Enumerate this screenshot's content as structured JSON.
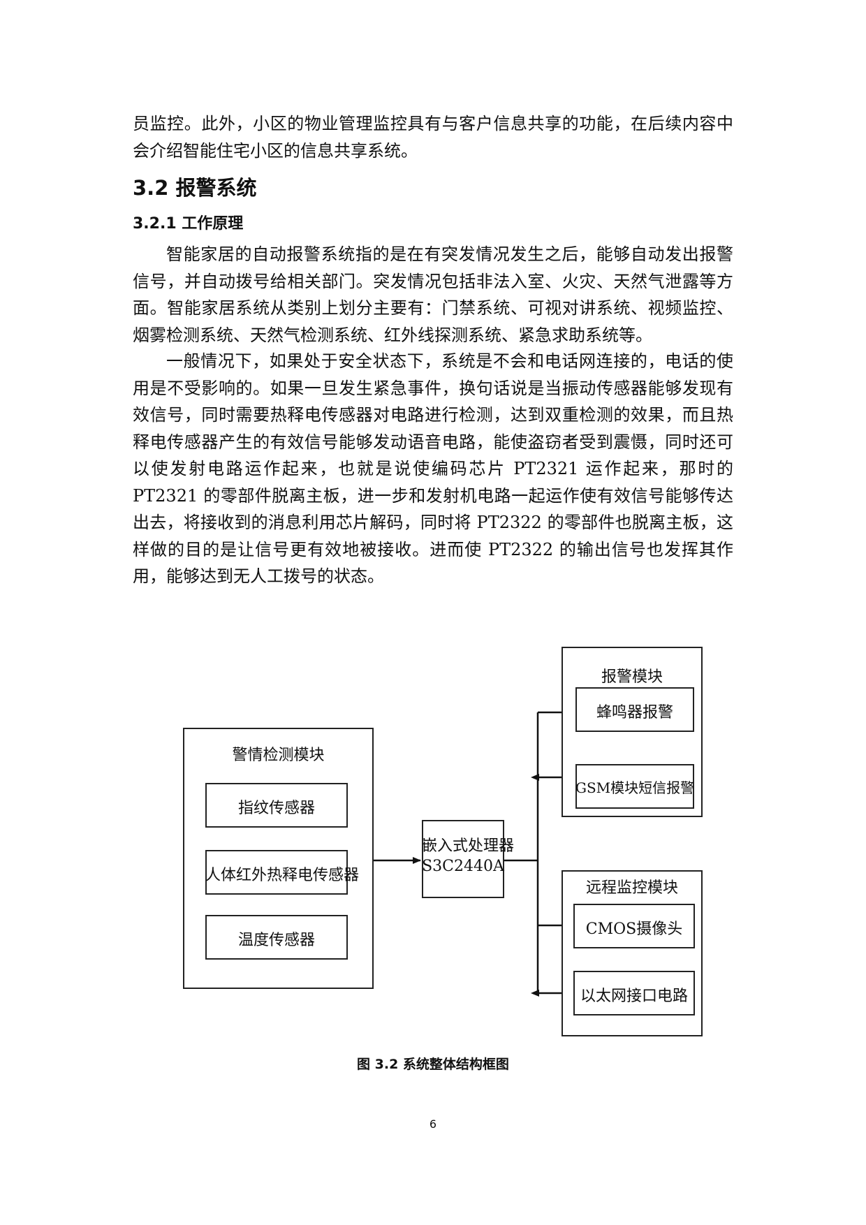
{
  "body": {
    "intro_text": "员监控。此外，小区的物业管理监控具有与客户信息共享的功能，在后续内容中会介绍智能住宅小区的信息共享系统。",
    "section_title": "3.2 报警系统",
    "subsection_title": "3.2.1 工作原理",
    "paragraph1": "智能家居的自动报警系统指的是在有突发情况发生之后，能够自动发出报警信号，并自动拨号给相关部门。突发情况包括非法入室、火灾、天然气泄露等方面。智能家居系统从类别上划分主要有：门禁系统、可视对讲系统、视频监控、烟雾检测系统、天然气检测系统、红外线探测系统、紧急求助系统等。",
    "paragraph2": "一般情况下，如果处于安全状态下，系统是不会和电话网连接的，电话的使用是不受影响的。如果一旦发生紧急事件，换句话说是当振动传感器能够发现有效信号，同时需要热释电传感器对电路进行检测，达到双重检测的效果，而且热释电传感器产生的有效信号能够发动语音电路，能使盗窃者受到震慑，同时还可以使发射电路运作起来，也就是说使编码芯片 PT2321 运作起来，那时的 PT2321 的零部件脱离主板，进一步和发射机电路一起运作使有效信号能够传达出去，将接收到的消息利用芯片解码，同时将 PT2322 的零部件也脱离主板，这样做的目的是让信号更有效地被接收。进而使 PT2322 的输出信号也发挥其作用，能够达到无人工拨号的状态。"
  },
  "diagram": {
    "detection_module": {
      "title": "警情检测模块",
      "items": [
        "指纹传感器",
        "人体红外热释电传感器",
        "温度传感器"
      ]
    },
    "processor": {
      "line1": "嵌入式处理器",
      "line2": "S3C2440A"
    },
    "alarm_module": {
      "title": "报警模块",
      "items": [
        "蜂鸣器报警",
        "GSM模块短信报警"
      ]
    },
    "remote_module": {
      "title": "远程监控模块",
      "items": [
        "CMOS摄像头",
        "以太网接口电路"
      ]
    }
  },
  "caption": "图 3.2 系统整体结构框图",
  "page_number": "6"
}
